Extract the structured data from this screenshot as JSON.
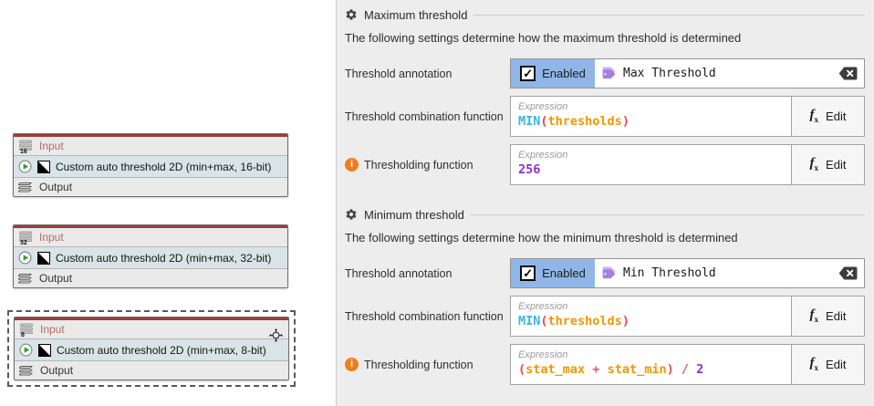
{
  "colors": {
    "accent_checkbox_bg": "#8fb6e6",
    "node_top_bar": "#9c3c3c",
    "node_title_bg": "#d8e4e6",
    "input_text": "#b96868",
    "syntax_function": "#3ab5e5",
    "syntax_paren": "#ee4545",
    "syntax_identifier": "#f29500",
    "syntax_operator": "#e9508e",
    "syntax_number": "#8a2fd0",
    "info_icon": "#ef7d1a",
    "tag_icon": "#a27fe0"
  },
  "canvas": {
    "nodes": [
      {
        "bits": "16",
        "input_label": "Input",
        "title": "Custom auto threshold 2D (min+max, 16-bit)",
        "output_label": "Output",
        "selected": false
      },
      {
        "bits": "32",
        "input_label": "Input",
        "title": "Custom auto threshold 2D (min+max, 32-bit)",
        "output_label": "Output",
        "selected": false
      },
      {
        "bits": "8",
        "input_label": "Input",
        "title": "Custom auto threshold 2D (min+max, 8-bit)",
        "output_label": "Output",
        "selected": true
      }
    ]
  },
  "panel": {
    "sections": [
      {
        "title": "Maximum threshold",
        "description": "The following settings determine how the maximum threshold is determined",
        "rows": [
          {
            "label": "Threshold annotation",
            "checkbox_label": "Enabled",
            "checked": true,
            "value": "Max Threshold"
          },
          {
            "label": "Threshold combination function",
            "placeholder": "Expression",
            "edit_label": "Edit",
            "tokens": [
              {
                "t": "MIN",
                "c": "fn"
              },
              {
                "t": "(",
                "c": "paren"
              },
              {
                "t": "thresholds",
                "c": "ident"
              },
              {
                "t": ")",
                "c": "paren"
              }
            ]
          },
          {
            "label": "Thresholding function",
            "placeholder": "Expression",
            "edit_label": "Edit",
            "tokens": [
              {
                "t": "256",
                "c": "num"
              }
            ]
          }
        ]
      },
      {
        "title": "Minimum threshold",
        "description": "The following settings determine how the minimum threshold is determined",
        "rows": [
          {
            "label": "Threshold annotation",
            "checkbox_label": "Enabled",
            "checked": true,
            "value": "Min Threshold"
          },
          {
            "label": "Threshold combination function",
            "placeholder": "Expression",
            "edit_label": "Edit",
            "tokens": [
              {
                "t": "MIN",
                "c": "fn"
              },
              {
                "t": "(",
                "c": "paren"
              },
              {
                "t": "thresholds",
                "c": "ident"
              },
              {
                "t": ")",
                "c": "paren"
              }
            ]
          },
          {
            "label": "Thresholding function",
            "placeholder": "Expression",
            "edit_label": "Edit",
            "tokens": [
              {
                "t": "(",
                "c": "paren"
              },
              {
                "t": "stat_max",
                "c": "ident"
              },
              {
                "t": " + ",
                "c": "op"
              },
              {
                "t": "stat_min",
                "c": "ident"
              },
              {
                "t": ")",
                "c": "paren"
              },
              {
                "t": " / ",
                "c": "op"
              },
              {
                "t": "2",
                "c": "num"
              }
            ]
          }
        ]
      }
    ]
  }
}
